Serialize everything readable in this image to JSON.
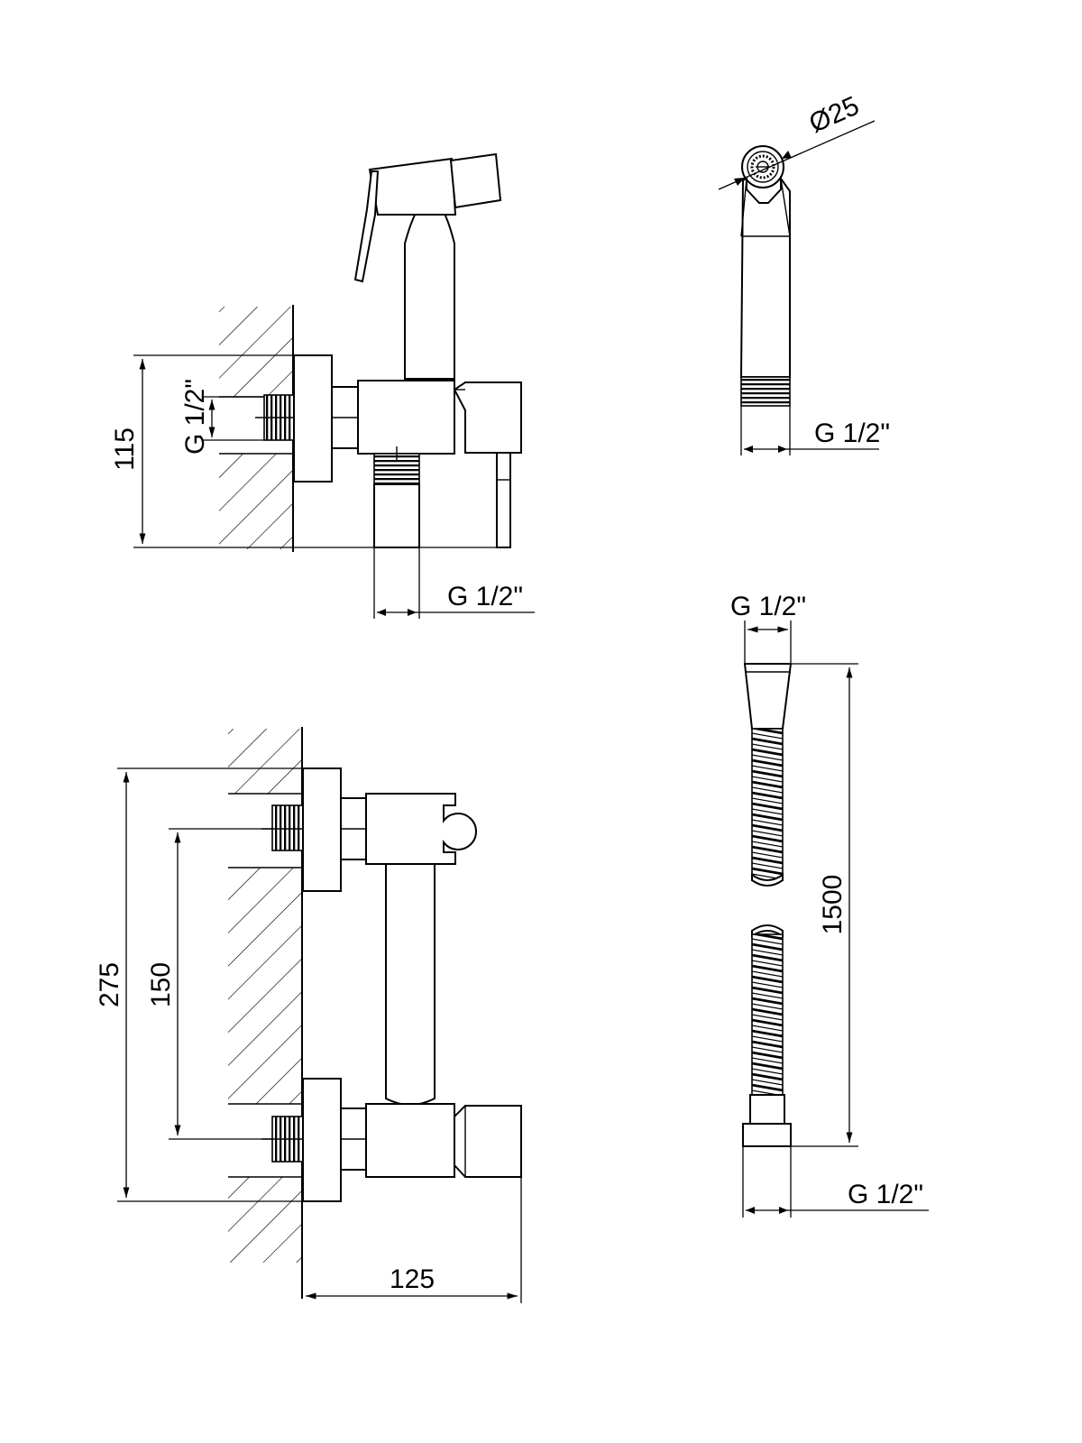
{
  "labels": {
    "top_wall_depth": "115",
    "top_inlet_thread": "G 1/2\"",
    "top_outlet_thread": "G 1/2\"",
    "head_diameter": "Ø25",
    "handset_thread": "G 1/2\"",
    "hose_top_thread": "G 1/2\"",
    "hose_length": "1500",
    "hose_bottom_thread": "G 1/2\"",
    "total_height": "275",
    "inlet_spacing": "150",
    "projection": "125"
  },
  "colors": {
    "line": "#000000",
    "background": "#ffffff"
  }
}
